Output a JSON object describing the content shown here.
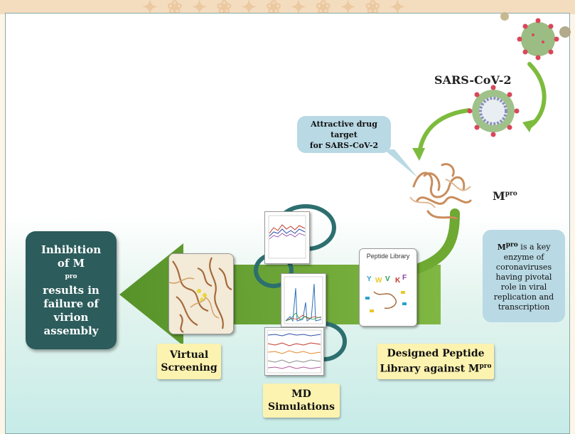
{
  "colors": {
    "arrow_green": "#5f9e2a",
    "dark_teal_box": "#2c5c5c",
    "yellow_label": "#fcf3b0",
    "blue_bubble": "#b9d9e4",
    "virus_body": "#8fb37a",
    "virus_spike": "#d9475a"
  },
  "virus_label": "SARS-CoV-2",
  "callout_target": {
    "line1": "Attractive drug target",
    "line2": "for SARS-CoV-2"
  },
  "mpro_label": {
    "main": "M",
    "sup": "pro"
  },
  "mpro_desc": {
    "main": "M",
    "sup": "pro",
    "first": " is a key",
    "lines": [
      "enzyme of",
      "coronaviruses",
      "having pivotal",
      "role in viral",
      "replication and",
      "transcription"
    ]
  },
  "inhibition": {
    "line1": "Inhibition",
    "line2_main": "of M",
    "line2_sup": "pro",
    "lines": [
      "results in",
      "failure of",
      "virion",
      "assembly"
    ]
  },
  "virtual_screening": {
    "line1": "Virtual",
    "line2": "Screening"
  },
  "md_simulations": {
    "line1": "MD",
    "line2": "Simulations"
  },
  "designed_library": {
    "line1": "Designed Peptide",
    "line2_main": "Library against M",
    "line2_sup": "pro"
  },
  "peptide_card_title": "Peptide Library",
  "icons": [
    "virus-icon",
    "protein-structure-icon",
    "docking-structure-icon",
    "line-plot-icon",
    "spike-plot-icon",
    "trajectory-plot-icon"
  ]
}
